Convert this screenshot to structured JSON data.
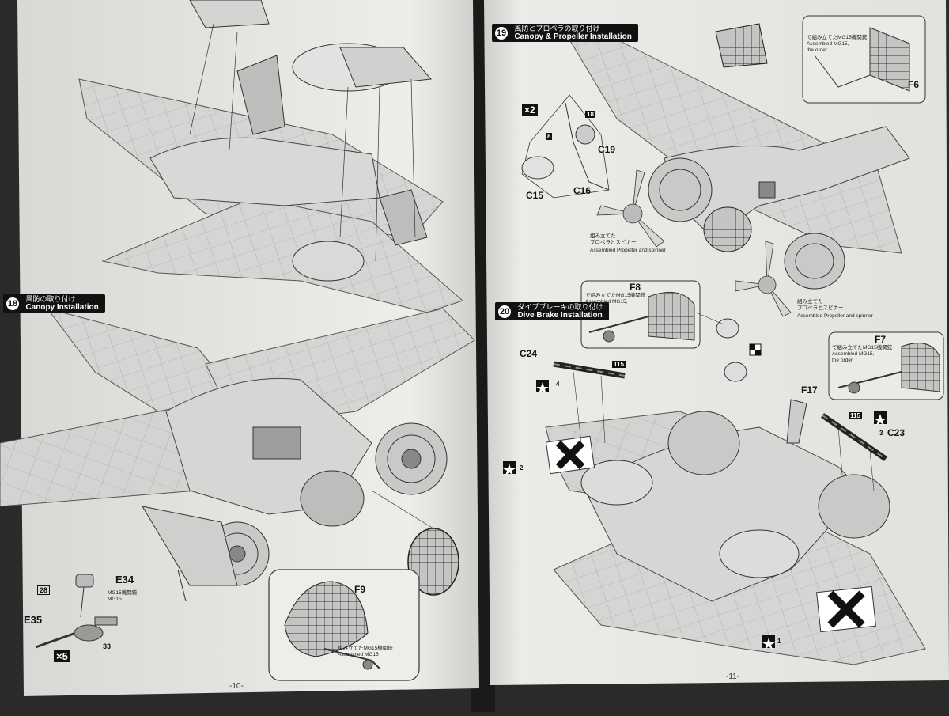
{
  "left_page": {
    "step18": {
      "num": "18",
      "jp": "風防の取り付け",
      "en": "Canopy Installation"
    },
    "parts": {
      "e34": "E34",
      "e35": "E35",
      "f9": "F9",
      "n28": "28",
      "n33": "33"
    },
    "multiplier": "×5",
    "mg15_note_jp": "MG15機関銃",
    "mg15_note_en": "MG15",
    "f9_note_jp": "組み立てたMG15機関銃",
    "f9_note_en": "Assembled MG15",
    "page_number": "-10-"
  },
  "right_page": {
    "step19": {
      "num": "19",
      "jp": "風防とプロペラの取り付け",
      "en": "Canopy & Propeller Installation"
    },
    "step20": {
      "num": "20",
      "jp": "ダイブブレーキの取り付け",
      "en": "Dive Brake Installation"
    },
    "parts": {
      "c15": "C15",
      "c16": "C16",
      "c19": "C19",
      "n18": "18",
      "n8": "8",
      "f6": "F6",
      "f7": "F7",
      "f8": "F8",
      "f17": "F17",
      "c23": "C23",
      "c24": "C24",
      "n115a": "115",
      "n115b": "115",
      "n1": "1",
      "n2": "2",
      "n3": "3",
      "n4": "4"
    },
    "multiplier": "×2",
    "prop_note_jp": "組み立てた\nプロペラとスピナー",
    "prop_note_en": "Assembled Propeller and spinner",
    "prop_note2_jp": "組み立てた\nプロペラとスピナー",
    "prop_note2_en": "Assembled Propeller and spinner",
    "f6_note": "で組み立てたMG15機関銃\nAssembled MG15,\nthe order",
    "f8_note": "で組み立てたMG15機関銃\nAssembled MG15,\nthe order",
    "f7_note": "で組み立てたMG15機関銃\nAssembled MG15,\nthe order",
    "page_number": "-11-"
  },
  "colors": {
    "paper": "#ecebe7",
    "ink": "#111111",
    "background": "#2a2a2a"
  }
}
